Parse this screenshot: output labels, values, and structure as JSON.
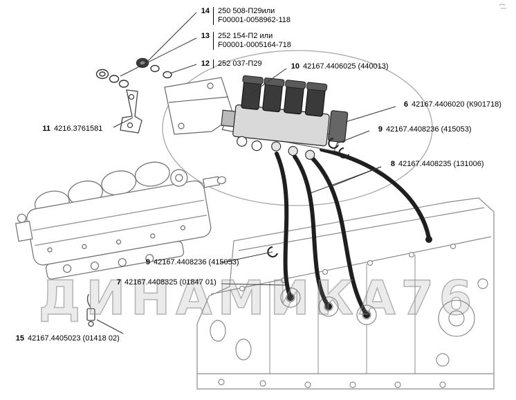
{
  "watermark": "ДИНАМИКА76",
  "callouts": [
    {
      "num": "14",
      "line1": "250 508-П29или",
      "line2": "F00001-0058962-118"
    },
    {
      "num": "13",
      "line1": "252 154-П2 или",
      "line2": "F00001-0005164-718"
    },
    {
      "num": "12",
      "line1": "252 037-П29",
      "line2": ""
    },
    {
      "num": "10",
      "line1": "42167.4406025 (440013)",
      "line2": ""
    },
    {
      "num": "6",
      "line1": "42167.4406020 (К901718)",
      "line2": ""
    },
    {
      "num": "9",
      "line1": "42167.4408236 (415053)",
      "line2": ""
    },
    {
      "num": "8",
      "line1": "42167.4408235 (131006)",
      "line2": ""
    },
    {
      "num": "11",
      "line1": "4216.3761581",
      "line2": ""
    },
    {
      "num": "9",
      "line1": "42167.4408236 (415053)",
      "line2": ""
    },
    {
      "num": "7",
      "line1": "42167.4408325 (01847 01)",
      "line2": ""
    },
    {
      "num": "15",
      "line1": "42167.4405023 (01418 02)",
      "line2": ""
    }
  ]
}
